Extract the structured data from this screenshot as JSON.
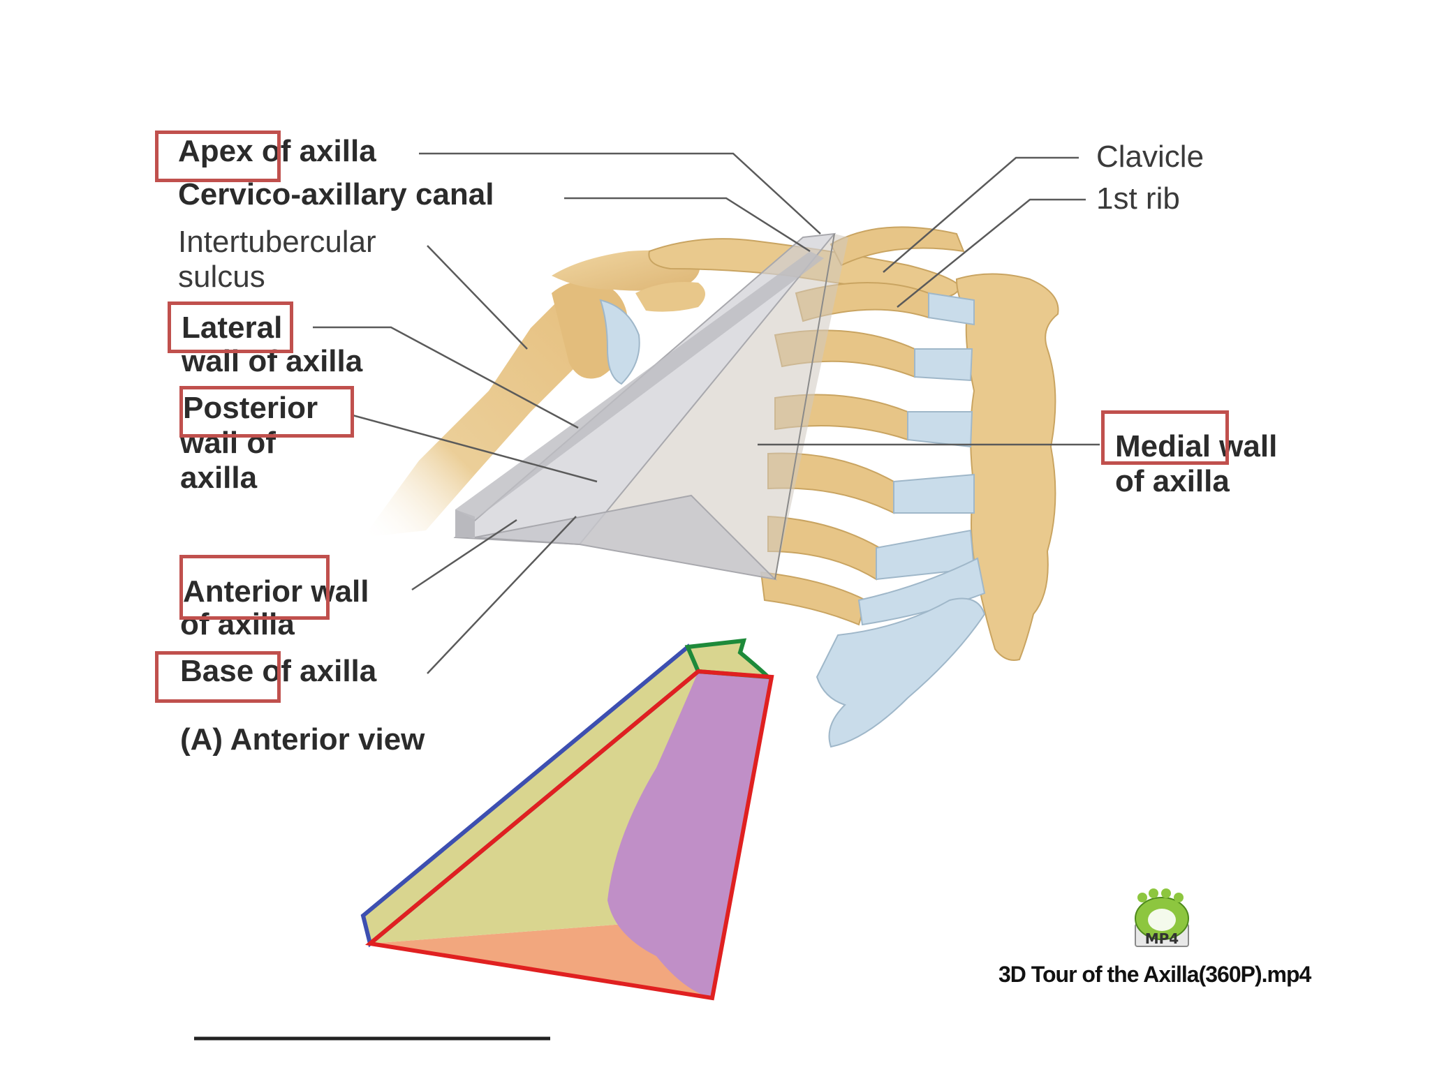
{
  "labels": {
    "apex": "Apex of axilla",
    "cervico": "Cervico-axillary canal",
    "intertubercular_1": "Intertubercular",
    "intertubercular_2": "sulcus",
    "lateral_1": "Lateral",
    "lateral_2": "wall of axilla",
    "posterior_1": "Posterior",
    "posterior_2": "wall of",
    "posterior_3": "axilla",
    "anterior_1": "Anterior wall",
    "anterior_2": "of axilla",
    "base": "Base of axilla",
    "view": "(A) Anterior view",
    "clavicle": "Clavicle",
    "first_rib": "1st rib",
    "medial_1": "Medial wall",
    "medial_2": "of axilla"
  },
  "media": {
    "icon_label": "MP4",
    "filename": "3D Tour of the Axilla(360P).mp4"
  },
  "colors": {
    "highlight_box": "#c0504d",
    "bone": "#e9c98d",
    "cartilage": "#c9dcea",
    "wall_planes": "#c8c8cc",
    "schematic_anterior": "#f2a77e",
    "schematic_lateral": "#d9d58f",
    "schematic_medial": "#c08fc7",
    "schematic_edge_red": "#e02020",
    "schematic_edge_blue": "#3d4fb0",
    "schematic_apex_green": "#1e8a3a"
  }
}
